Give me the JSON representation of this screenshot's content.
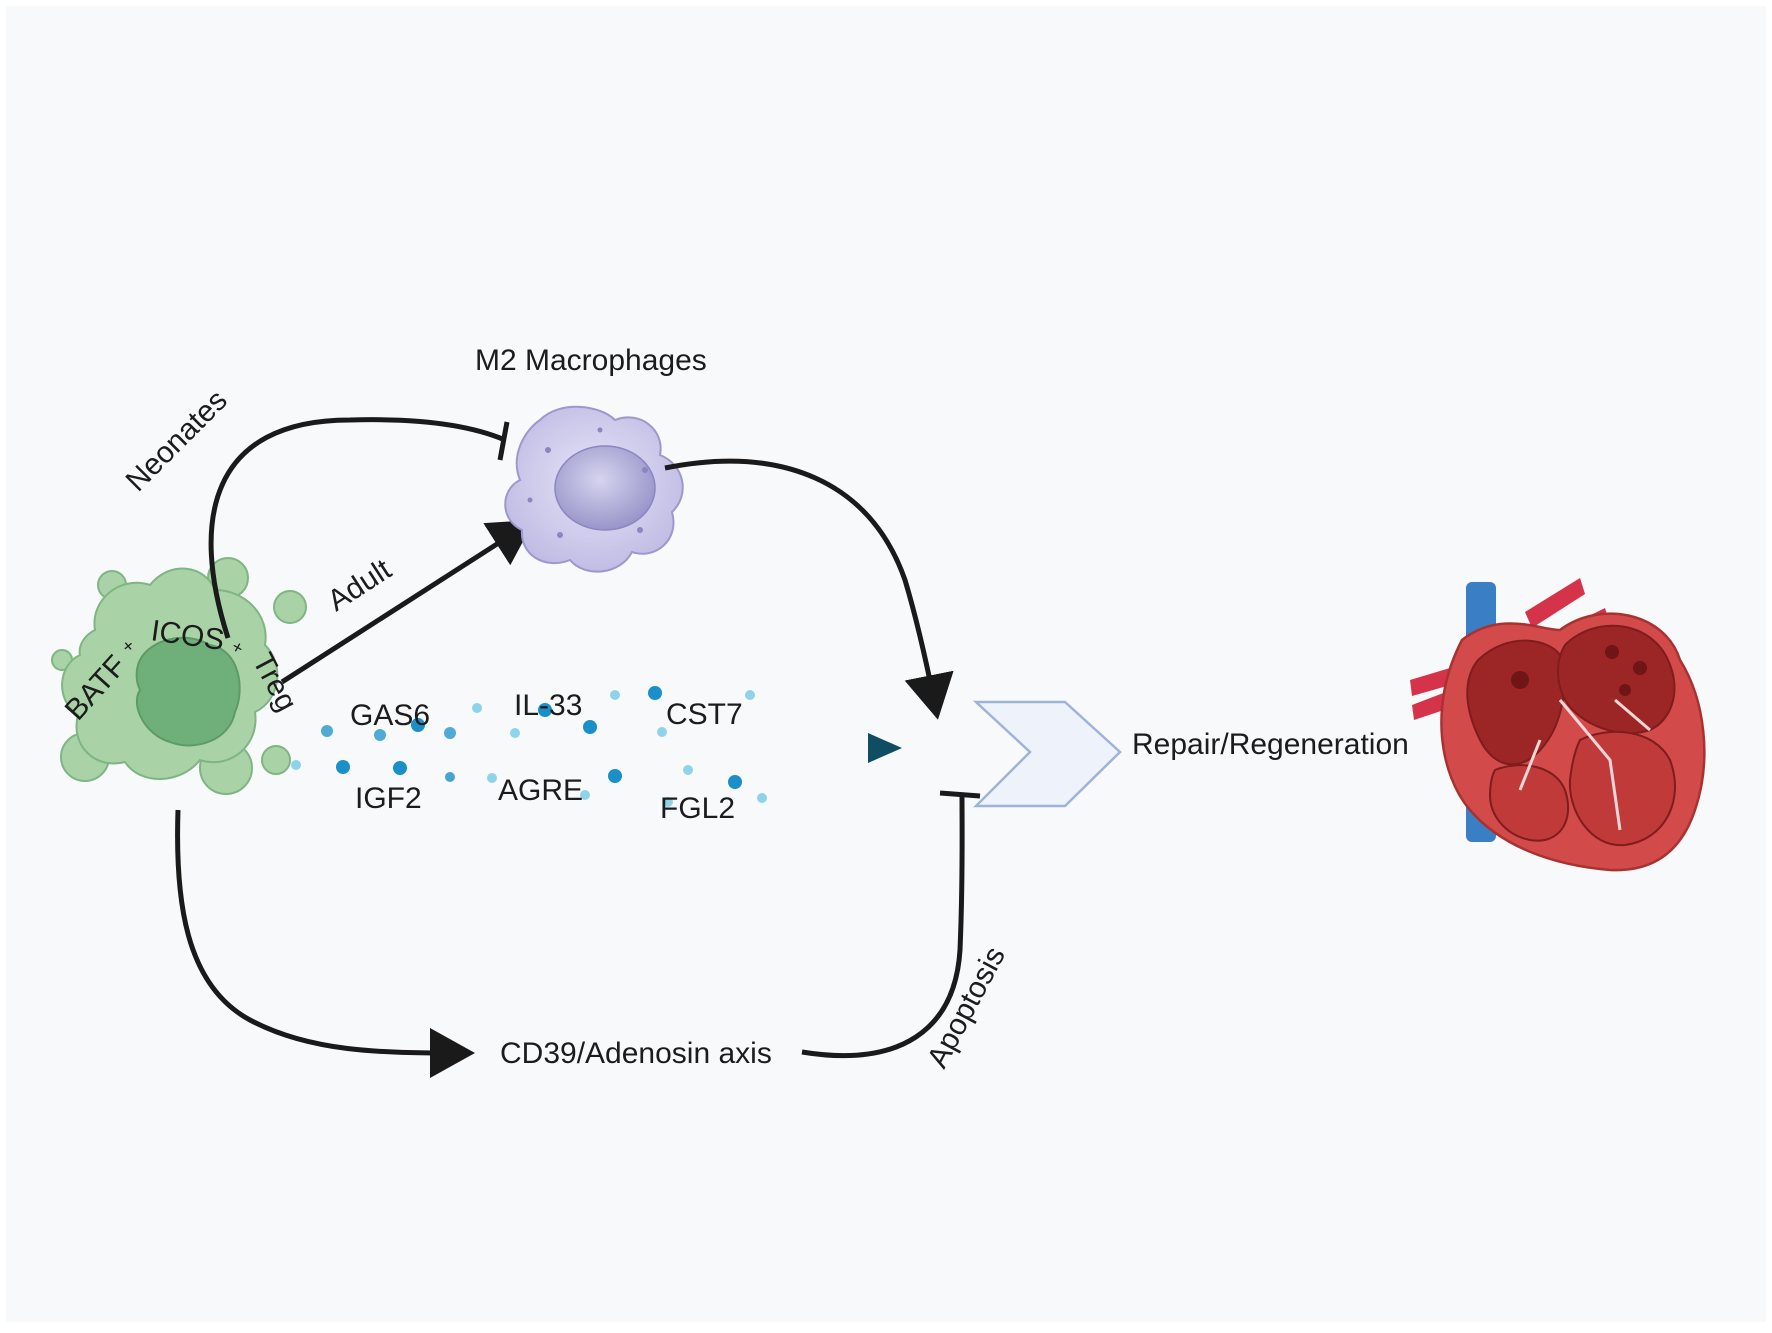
{
  "diagram": {
    "colors": {
      "background": "#f8f9fb",
      "arrow": "#1a1a1a",
      "secretion_arrow": "#0f4d63",
      "dot": "#1a8fc8",
      "dot_light": "#8fd3ea",
      "treg_fill": "#a9d3a6",
      "treg_nucleus": "#6fb07a",
      "macrophage_fill": "#cfcdef",
      "heart_red": "#c23b3b",
      "vein_blue": "#3a7fc4",
      "chevron_fill": "#eef3fb",
      "chevron_stroke": "#9fb3d8"
    },
    "treg_label": {
      "prefix_batf": "BATF",
      "sup1": "+",
      "mid_icos": "ICOS",
      "sup2": "+",
      "suffix_treg": "Treg"
    },
    "macrophage_label": "M2 Macrophages",
    "pathways": {
      "neonates": "Neonates",
      "adult": "Adult",
      "apoptosis": "Apoptosis",
      "cd39": "CD39/Adenosin axis",
      "repair": "Repair/Regeneration"
    },
    "factors": {
      "gas6": "GAS6",
      "il33": "IL-33",
      "cst7": "CST7",
      "igf2": "IGF2",
      "agre": "AGRE",
      "fgl2": "FGL2"
    },
    "icons": {
      "treg": "treg-cell-icon",
      "macrophage": "macrophage-cell-icon",
      "heart": "heart-icon",
      "chevron": "chevron-right-icon"
    }
  }
}
